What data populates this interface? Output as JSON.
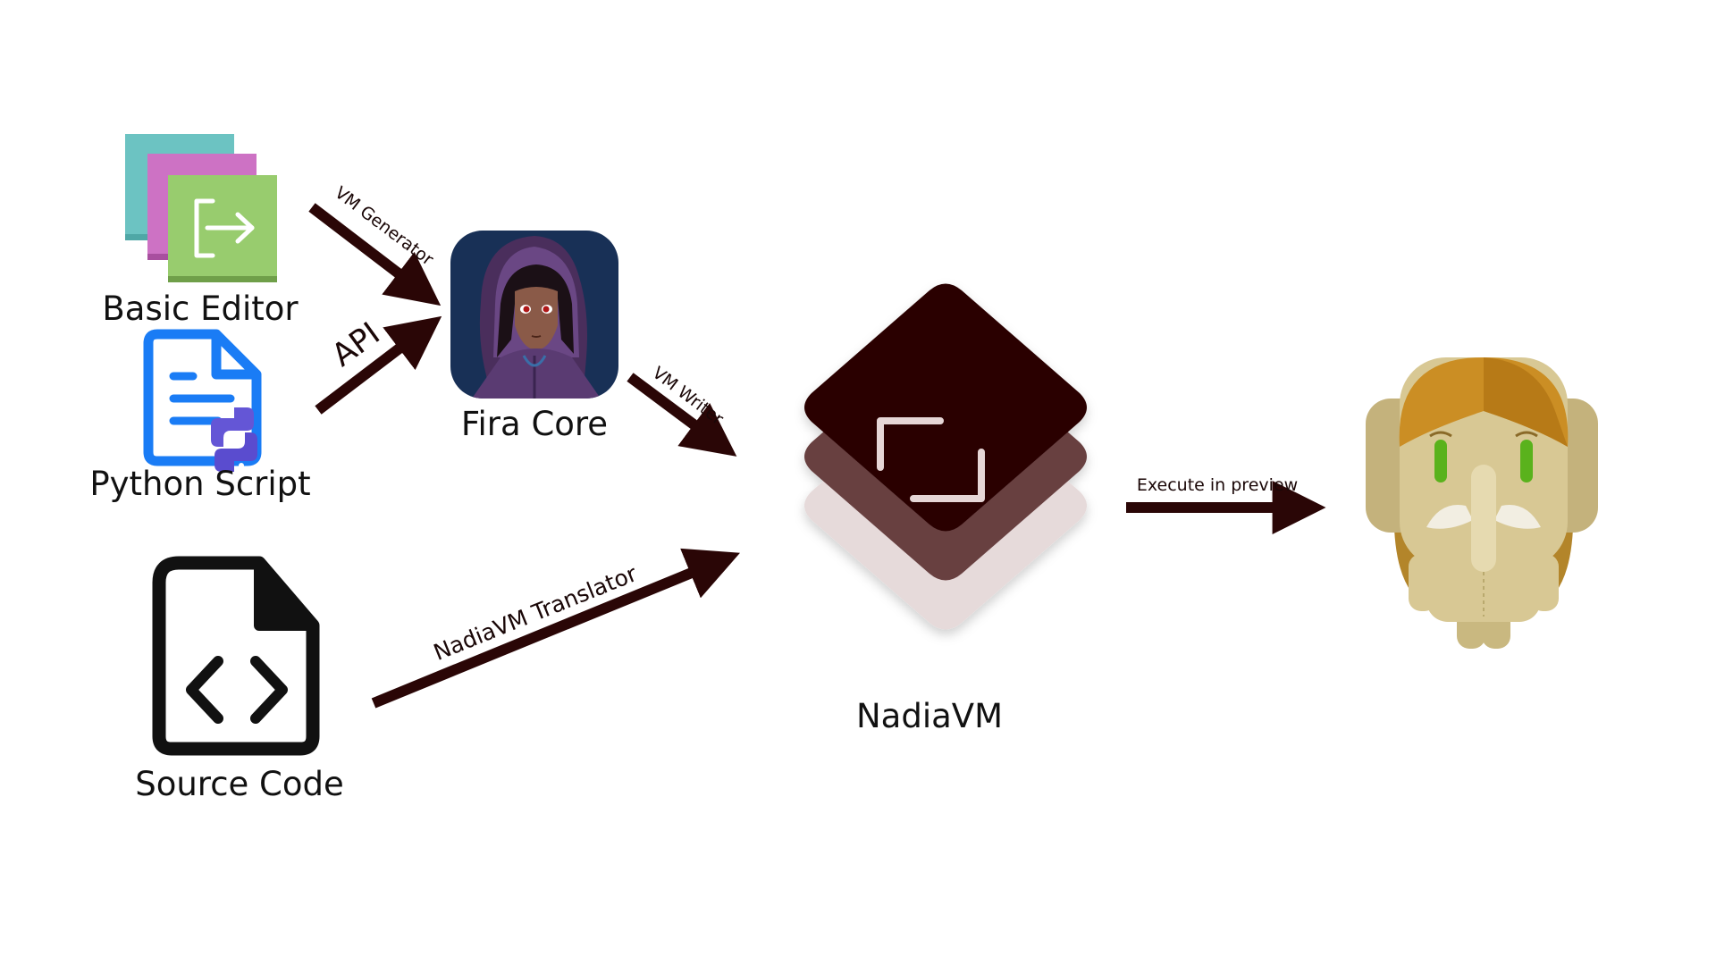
{
  "nodes": {
    "basic_editor": {
      "label": "Basic Editor",
      "icon": "stacked-app-windows-icon"
    },
    "python_script": {
      "label": "Python Script",
      "icon": "python-document-icon"
    },
    "source_code": {
      "label": "Source Code",
      "icon": "code-file-icon"
    },
    "fira_core": {
      "label": "Fira Core",
      "icon": "hooded-character-avatar"
    },
    "nadiavm": {
      "label": "NadiaVM",
      "icon": "stacked-layers-logo-icon"
    },
    "preview": {
      "label": "",
      "icon": "elephant-mascot-icon"
    }
  },
  "edges": {
    "vm_generator": {
      "label": "VM Generator",
      "from": "basic_editor",
      "to": "fira_core"
    },
    "api": {
      "label": "API",
      "from": "python_script",
      "to": "fira_core"
    },
    "vm_writer": {
      "label": "VM Writer",
      "from": "fira_core",
      "to": "nadiavm"
    },
    "translator": {
      "label": "NadiaVM Translator",
      "from": "source_code",
      "to": "nadiavm"
    },
    "execute": {
      "label": "Execute in preview",
      "from": "nadiavm",
      "to": "preview"
    }
  },
  "colors": {
    "arrow": "#2a0606",
    "nadia_top": "#2b0606",
    "nadia_mid": "#683f41",
    "nadia_bottom": "#e6dada",
    "fira_background": "#183056",
    "python_blue": "#1a7cf5",
    "python_purple": "#6456d6",
    "editor_teal": "#6cc3c2",
    "editor_pink": "#cd72c4",
    "editor_green": "#98cc6e",
    "elephant_body": "#d8c894",
    "elephant_hair": "#cb8e24",
    "elephant_eyes": "#5ab21c"
  }
}
